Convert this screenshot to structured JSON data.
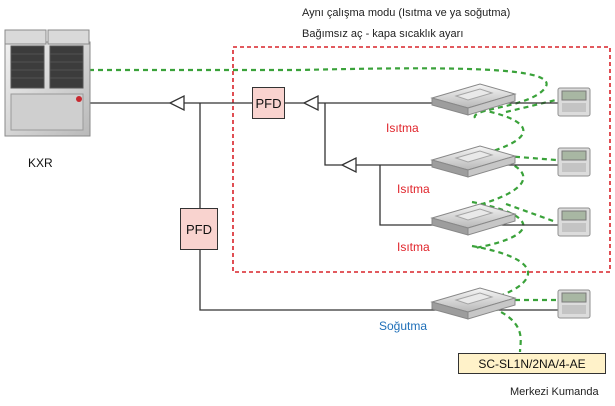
{
  "header": {
    "line1": "Aynı çalışma modu (Isıtma ve ya soğutma)",
    "line2": "Bağımsız aç - kapa sıcaklık ayarı"
  },
  "outdoor_unit": {
    "label": "KXR"
  },
  "pfd_labels": [
    "PFD",
    "PFD"
  ],
  "indoor_modes": [
    "Isıtma",
    "Isıtma",
    "Isıtma",
    "Soğutma"
  ],
  "central_control": {
    "model": "SC-SL1N/2NA/4-AE",
    "caption": "Merkezi Kumanda"
  },
  "colors": {
    "heating_text": "#e0242b",
    "cooling_text": "#1f6fb8",
    "control_line": "#3aa23a",
    "group_border": "#d9232a",
    "pfd_fill": "#f9d3cf",
    "controller_fill": "#fff2c9"
  }
}
